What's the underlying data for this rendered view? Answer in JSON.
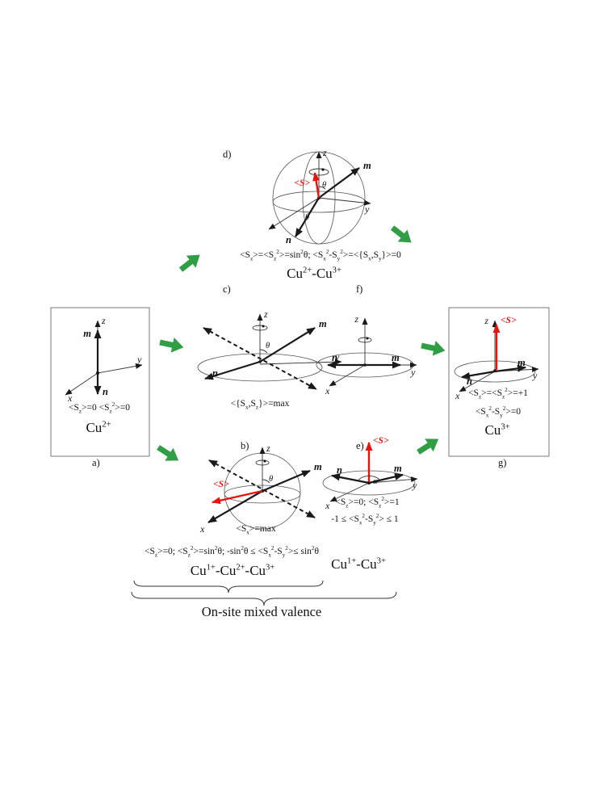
{
  "colors": {
    "arrow_green": "#2f9e44",
    "spin_red": "#e8140c",
    "ink": "#1a1a1a"
  },
  "symbols": {
    "x": "x",
    "y": "y",
    "z": "z",
    "m": "m",
    "n": "n",
    "spin": "<S>",
    "theta": "θ",
    "alpha": "α"
  },
  "panels": {
    "a": {
      "label": "a)",
      "formula_html": "&lt;S<sub>z</sub>&gt;=0 &lt;S<sub>z</sub><sup>2</sup>&gt;=0",
      "caption_html": "Cu<sup>2+</sup>"
    },
    "b": {
      "label": "b)",
      "formula_html": "&lt;S<sub>x</sub>&gt;=max"
    },
    "c": {
      "label": "c)",
      "formula_html": "&lt;{S<sub>x</sub>,S<sub>z</sub>}&gt;=max"
    },
    "d": {
      "label": "d)",
      "formula_html": "&lt;S<sub>z</sub>&gt;=&lt;S<sub>z</sub><sup>2</sup>&gt;=sin<sup>2</sup>θ; &lt;S<sub>x</sub><sup>2</sup>-S<sub>y</sub><sup>2</sup>&gt;=&lt;{S<sub>x</sub>,S<sub>y</sub>}&gt;=0",
      "caption_html": "Cu<sup>2+</sup>-Cu<sup>3+</sup>"
    },
    "e": {
      "label": "e)",
      "formula1_html": "&lt;S<sub>z</sub>&gt;=0; &lt;S<sub>z</sub><sup>2</sup>&gt;=1",
      "formula2_html": "-1 ≤ &lt;S<sub>x</sub><sup>2</sup>-S<sub>y</sub><sup>2</sup>&gt; ≤ 1"
    },
    "f": {
      "label": "f)"
    },
    "g": {
      "label": "g)",
      "formula1_html": "&lt;S<sub>z</sub>&gt;=&lt;S<sub>z</sub><sup>2</sup>&gt;=+1",
      "formula2_html": "&lt;S<sub>x</sub><sup>2</sup>-S<sub>y</sub><sup>2</sup>&gt;=0",
      "caption_html": "Cu<sup>3+</sup>"
    }
  },
  "bottom": {
    "formula_html": "&lt;S<sub>z</sub>&gt;=0; &lt;S<sub>z</sub><sup>2</sup>&gt;=sin<sup>2</sup>θ; -sin<sup>2</sup>θ ≤ &lt;S<sub>x</sub><sup>2</sup>-S<sub>y</sub><sup>2</sup>&gt;≤ sin<sup>2</sup>θ",
    "caption_left_html": "Cu<sup>1+</sup>-Cu<sup>2+</sup>-Cu<sup>3+</sup>",
    "caption_right_html": "Cu<sup>1+</sup>-Cu<sup>3+</sup>",
    "brace_caption": "On-site mixed valence"
  }
}
